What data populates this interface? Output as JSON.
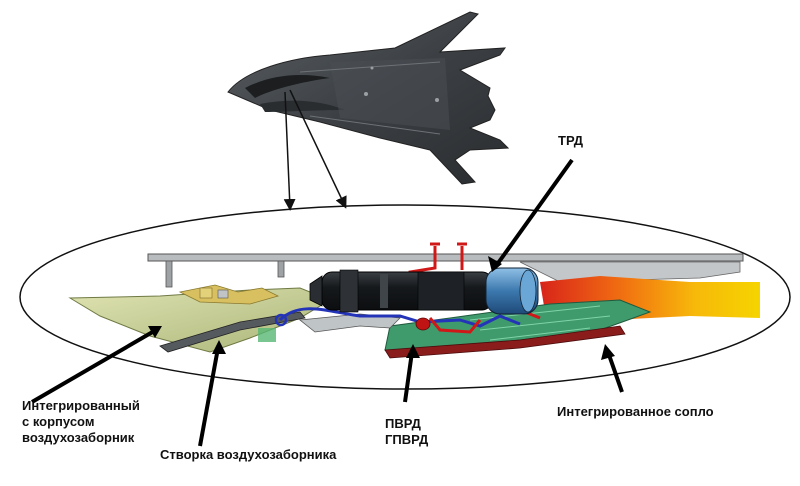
{
  "labels": {
    "trd": "ТРД",
    "inlet": [
      "Интегрированный",
      "с корпусом",
      "воздухозаборник"
    ],
    "inlet_flap": "Створка воздухозаборника",
    "ramjet": [
      "ПВРД",
      "ГПВРД"
    ],
    "nozzle": "Интегрированное сопло"
  },
  "colors": {
    "aircraft": "#3e4246",
    "aircraft_light": "#6a6e72",
    "inlet_body": "#c9cf95",
    "engine": "#16191c",
    "engine_fan": "#4a86b8",
    "exhaust_start": "#e0301e",
    "exhaust_end": "#f5d400",
    "duct_red": "#d01818",
    "duct_blue": "#2233aa",
    "frame_grey": "#8a8e90",
    "circuit_green": "#2e8a5e"
  }
}
